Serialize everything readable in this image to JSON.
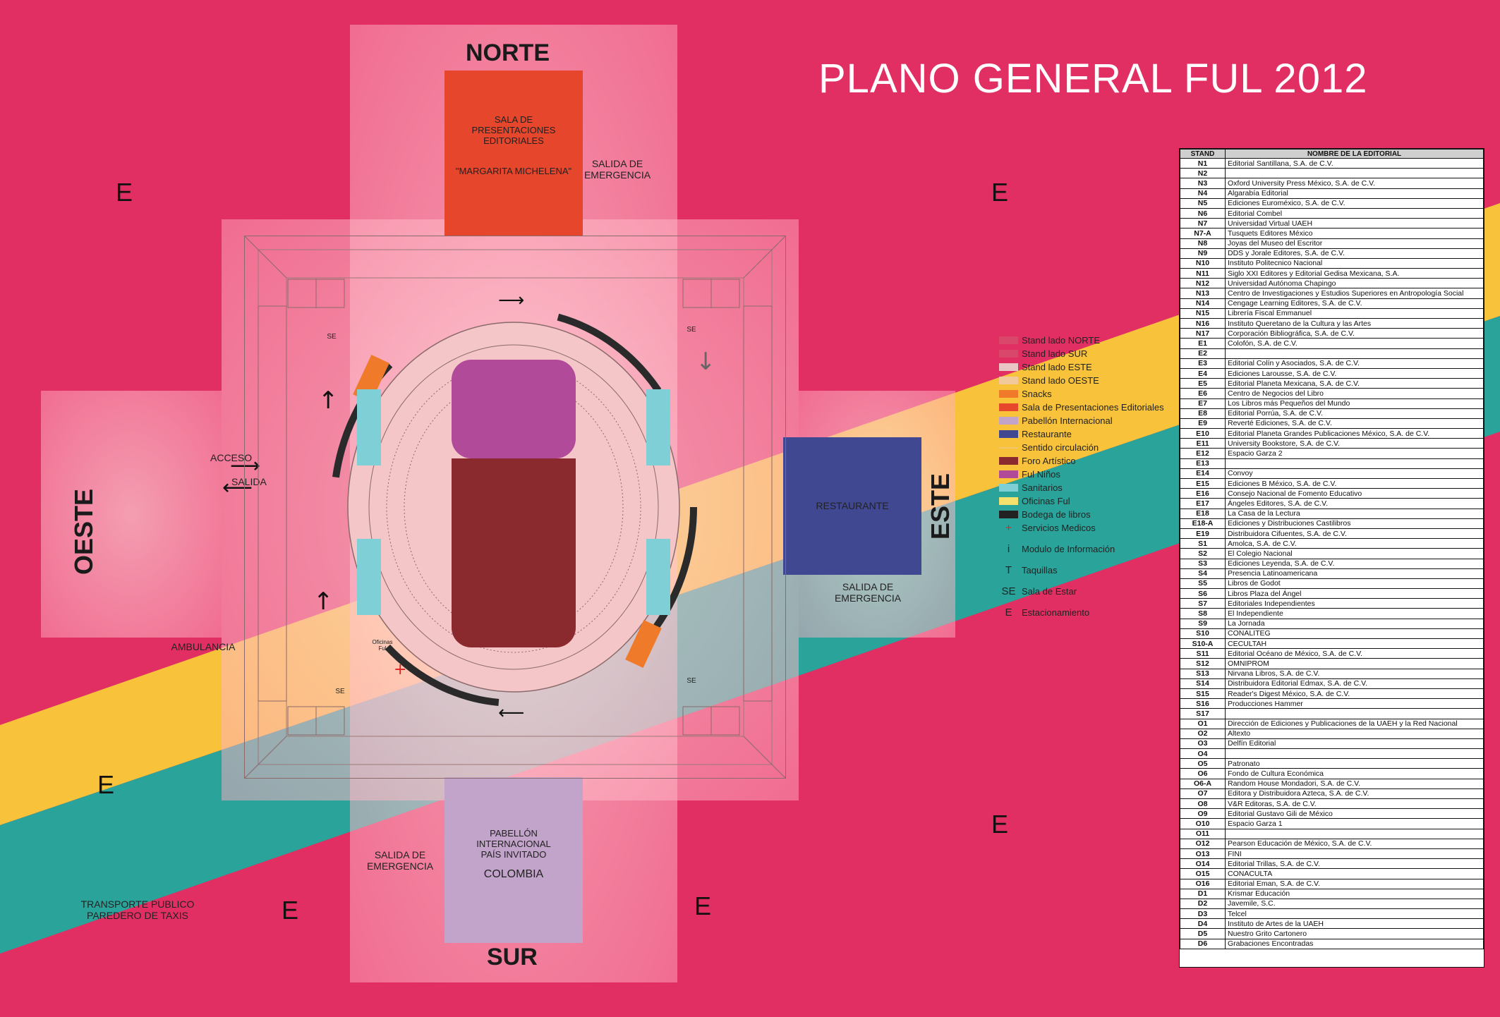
{
  "title": "PLANO GENERAL FUL 2012",
  "directions": {
    "north": "NORTE",
    "south": "SUR",
    "east": "ESTE",
    "west": "OESTE"
  },
  "parking_mark": "E",
  "areas": {
    "sala_line1": "SALA DE",
    "sala_line2": "PRESENTACIONES",
    "sala_line3": "EDITORIALES",
    "sala_name": "\"MARGARITA MICHELENA\"",
    "restaurante": "RESTAURANTE",
    "pabellon_line1": "PABELLÓN",
    "pabellon_line2": "INTERNACIONAL",
    "pabellon_line3": "PAÍS INVITADO",
    "pabellon_country": "COLOMBIA"
  },
  "labels": {
    "salida_emergencia_1": "SALIDA DE",
    "salida_emergencia_2": "EMERGENCIA",
    "acceso": "ACCESO",
    "salida": "SALIDA",
    "ambulancia": "AMBULANCIA",
    "transporte_1": "TRANSPORTE PUBLICO",
    "transporte_2": "PAREDERO DE TAXIS",
    "oficinas": "Oficinas Ful",
    "se": "SE"
  },
  "colors": {
    "background": "#e22f63",
    "band_yellow": "#f8c23a",
    "band_teal": "#2aa39a",
    "sala": "#e5462c",
    "restaurante": "#3f4891",
    "pabellon": "#c2a3c9",
    "foro": "#8b2a2e",
    "ful_ninos": "#b04a99",
    "snacks": "#ef7b2a",
    "sanitarios": "#7fd0d6",
    "bodega": "#222222"
  },
  "legend": [
    {
      "label": "Stand lado NORTE",
      "color": "#d9486b",
      "kind": "swatch"
    },
    {
      "label": "Stand lado SUR",
      "color": "#d9486b",
      "kind": "swatch"
    },
    {
      "label": "Stand lado ESTE",
      "color": "#e9c6c4",
      "kind": "swatch"
    },
    {
      "label": "Stand lado OESTE",
      "color": "#f1c99a",
      "kind": "swatch"
    },
    {
      "label": "Snacks",
      "color": "#ef7b2a",
      "kind": "swatch"
    },
    {
      "label": "Sala de Presentaciones Editoriales",
      "color": "#e5462c",
      "kind": "swatch"
    },
    {
      "label": "Pabellón Internacional",
      "color": "#c2a3c9",
      "kind": "swatch"
    },
    {
      "label": "Restaurante",
      "color": "#3f4891",
      "kind": "swatch"
    },
    {
      "label": "Sentido circulación",
      "color": "#f3c56b",
      "kind": "line"
    },
    {
      "label": "Foro Artístico",
      "color": "#8b2a2e",
      "kind": "swatch"
    },
    {
      "label": "Ful Niños",
      "color": "#b04a99",
      "kind": "swatch"
    },
    {
      "label": "Sanitarios",
      "color": "#7fd0d6",
      "kind": "swatch"
    },
    {
      "label": "Oficinas Ful",
      "color": "#f4e06c",
      "kind": "swatch"
    },
    {
      "label": "Bodega de libros",
      "color": "#222222",
      "kind": "swatch"
    },
    {
      "label": "Servicios Medicos",
      "symbol": "+",
      "kind": "symbol"
    },
    {
      "label": "Modulo de Información",
      "symbol": "i",
      "kind": "symbol"
    },
    {
      "label": "Taquillas",
      "symbol": "T",
      "kind": "symbol"
    },
    {
      "label": "Sala de Estar",
      "symbol": "SE",
      "kind": "symbol"
    },
    {
      "label": "Estacionamiento",
      "symbol": "E",
      "kind": "symbol"
    }
  ],
  "table": {
    "header_stand": "STAND",
    "header_name": "NOMBRE DE LA EDITORIAL",
    "rows": [
      {
        "stand": "N1",
        "name": "Editorial Santillana, S.A. de C.V."
      },
      {
        "stand": "N2",
        "name": ""
      },
      {
        "stand": "N3",
        "name": "Oxford University Press México, S.A. de C.V."
      },
      {
        "stand": "N4",
        "name": "Algarabía Editorial"
      },
      {
        "stand": "N5",
        "name": "Ediciones Euroméxico, S.A. de C.V."
      },
      {
        "stand": "N6",
        "name": "Editorial Combel"
      },
      {
        "stand": "N7",
        "name": "Universidad Virtual UAEH"
      },
      {
        "stand": "N7-A",
        "name": "Tusquets Editores México"
      },
      {
        "stand": "N8",
        "name": "Joyas del Museo del Escritor"
      },
      {
        "stand": "N9",
        "name": "DDS y Jorale Editores, S.A. de C.V."
      },
      {
        "stand": "N10",
        "name": "Instituto Politecnico Nacional"
      },
      {
        "stand": "N11",
        "name": "Siglo XXI Editores y Editorial Gedisa Mexicana, S.A."
      },
      {
        "stand": "N12",
        "name": "Universidad Autónoma Chapingo"
      },
      {
        "stand": "N13",
        "name": "Centro de Investigaciones y Estudios Superiores en Antropología Social"
      },
      {
        "stand": "N14",
        "name": "Cengage Learning Editores, S.A. de C.V."
      },
      {
        "stand": "N15",
        "name": "Librería Fiscal Emmanuel"
      },
      {
        "stand": "N16",
        "name": "Instituto Queretano de la Cultura y las Artes"
      },
      {
        "stand": "N17",
        "name": "Corporación Bibliográfica, S.A. de C.V."
      },
      {
        "stand": "E1",
        "name": "Colofón, S.A. de C.V."
      },
      {
        "stand": "E2",
        "name": ""
      },
      {
        "stand": "E3",
        "name": "Editorial Colín y Asociados, S.A. de C.V."
      },
      {
        "stand": "E4",
        "name": "Ediciones Larousse, S.A. de C.V."
      },
      {
        "stand": "E5",
        "name": "Editorial Planeta Mexicana, S.A. de C.V."
      },
      {
        "stand": "E6",
        "name": "Centro de Negocios del Libro"
      },
      {
        "stand": "E7",
        "name": "Los Libros más Pequeños del Mundo"
      },
      {
        "stand": "E8",
        "name": "Editorial Porrúa, S.A. de C.V."
      },
      {
        "stand": "E9",
        "name": "Reverté Ediciones, S.A. de C.V."
      },
      {
        "stand": "E10",
        "name": "Editorial Planeta Grandes Publicaciones México, S.A. de C.V."
      },
      {
        "stand": "E11",
        "name": "University Bookstore, S.A. de C.V."
      },
      {
        "stand": "E12",
        "name": "Espacio Garza 2"
      },
      {
        "stand": "E13",
        "name": ""
      },
      {
        "stand": "E14",
        "name": "Convoy"
      },
      {
        "stand": "E15",
        "name": "Ediciones B México, S.A. de C.V."
      },
      {
        "stand": "E16",
        "name": "Consejo Nacional de Fomento Educativo"
      },
      {
        "stand": "E17",
        "name": "Ángeles Editores, S.A. de C.V."
      },
      {
        "stand": "E18",
        "name": "La Casa de la Lectura"
      },
      {
        "stand": "E18-A",
        "name": "Ediciones y Distribuciones Castilibros"
      },
      {
        "stand": "E19",
        "name": "Distribuidora Cifuentes, S.A. de C.V."
      },
      {
        "stand": "S1",
        "name": "Amolca, S.A. de C.V."
      },
      {
        "stand": "S2",
        "name": "El Colegio Nacional"
      },
      {
        "stand": "S3",
        "name": "Ediciones Leyenda, S.A. de C.V."
      },
      {
        "stand": "S4",
        "name": "Presencia Latinoamericana"
      },
      {
        "stand": "S5",
        "name": "Libros de Godot"
      },
      {
        "stand": "S6",
        "name": "Libros Plaza del Ángel"
      },
      {
        "stand": "S7",
        "name": "Editoriales Independientes"
      },
      {
        "stand": "S8",
        "name": "El Independiente"
      },
      {
        "stand": "S9",
        "name": "La Jornada"
      },
      {
        "stand": "S10",
        "name": "CONALITEG"
      },
      {
        "stand": "S10-A",
        "name": "CECULTAH"
      },
      {
        "stand": "S11",
        "name": "Editorial Océano de México, S.A. de C.V."
      },
      {
        "stand": "S12",
        "name": "OMNIPROM"
      },
      {
        "stand": "S13",
        "name": "Nirvana Libros, S.A. de C.V."
      },
      {
        "stand": "S14",
        "name": "Distribuidora Editorial Edmax, S.A. de C.V."
      },
      {
        "stand": "S15",
        "name": "Reader's Digest México, S.A. de C.V."
      },
      {
        "stand": "S16",
        "name": "Producciones Hammer"
      },
      {
        "stand": "S17",
        "name": ""
      },
      {
        "stand": "O1",
        "name": "Dirección de Ediciones y Publicaciones de la UAEH y la Red Nacional"
      },
      {
        "stand": "O2",
        "name": "Altexto"
      },
      {
        "stand": "O3",
        "name": "Delfín Editorial"
      },
      {
        "stand": "O4",
        "name": ""
      },
      {
        "stand": "O5",
        "name": "Patronato"
      },
      {
        "stand": "O6",
        "name": "Fondo de Cultura Económica"
      },
      {
        "stand": "O6-A",
        "name": "Random House Mondadori, S.A. de C.V."
      },
      {
        "stand": "O7",
        "name": "Editora y Distribuidora Azteca, S.A. de C.V."
      },
      {
        "stand": "O8",
        "name": "V&R Editoras, S.A. de C.V."
      },
      {
        "stand": "O9",
        "name": "Editorial Gustavo Gili de México"
      },
      {
        "stand": "O10",
        "name": "Espacio Garza 1"
      },
      {
        "stand": "O11",
        "name": ""
      },
      {
        "stand": "O12",
        "name": "Pearson Educación de México, S.A. de C.V."
      },
      {
        "stand": "O13",
        "name": "FINI"
      },
      {
        "stand": "O14",
        "name": "Editorial Trillas, S.A. de C.V."
      },
      {
        "stand": "O15",
        "name": "CONACULTA"
      },
      {
        "stand": "O16",
        "name": "Editorial Eman, S.A. de C.V."
      },
      {
        "stand": "D1",
        "name": "Krismar Educación"
      },
      {
        "stand": "D2",
        "name": "Javemile, S.C."
      },
      {
        "stand": "D3",
        "name": "Telcel"
      },
      {
        "stand": "D4",
        "name": "Instituto de Artes de la UAEH"
      },
      {
        "stand": "D5",
        "name": "Nuestro Grito Cartonero"
      },
      {
        "stand": "D6",
        "name": "Grabaciones Encontradas"
      }
    ]
  }
}
